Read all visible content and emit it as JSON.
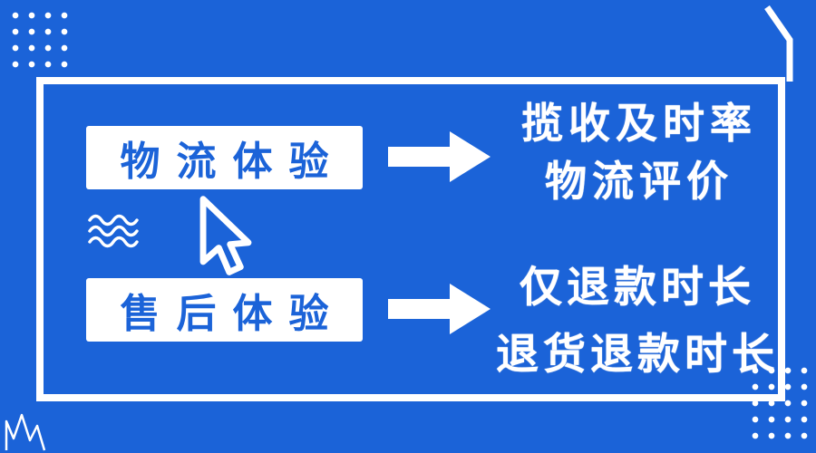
{
  "colors": {
    "background": "#1b63d8",
    "panel": "#ffffff",
    "label_text": "#1b63d8",
    "result_text": "#ffffff"
  },
  "flow": {
    "rows": [
      {
        "label": "物流体验",
        "results": [
          "揽收及时率",
          "物流评价"
        ]
      },
      {
        "label": "售后体验",
        "results": [
          "仅退款时长",
          "退货退款时长"
        ]
      }
    ]
  },
  "icons": {
    "arrow_right": "solid white right arrow (css/svg polygon)",
    "cursor_pointer": "white outline mouse pointer",
    "waves": "three wavy lines",
    "dot_grid": "white dot pattern",
    "sparkline": "zigzag line-chart doodle",
    "corner_fold": "3d frame corner lines"
  }
}
